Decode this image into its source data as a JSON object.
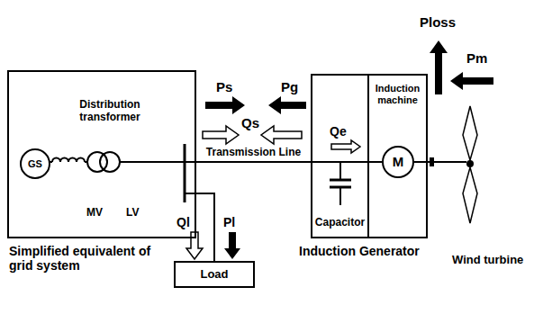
{
  "diagram": {
    "nodes": [
      {
        "text": [
          "Simplified equivalent of grid system"
        ]
      },
      {
        "text": [
          "GS"
        ],
        "in": 0
      },
      {
        "text": [
          "Induction Generator"
        ]
      },
      {
        "text": [
          "Capacitor"
        ],
        "in": 2
      },
      {
        "text": [
          "Induction machine"
        ],
        "in": 2
      },
      {
        "text": [
          "M"
        ],
        "in": 4
      },
      {
        "text": [
          "Load"
        ]
      }
    ],
    "edges": [
      {
        "from": 0,
        "to": 2,
        "arrow": "none",
        "label": "Transmission Line"
      },
      {
        "from": 0,
        "to": 6,
        "arrow": "none"
      }
    ],
    "labels": [
      "Ps",
      "Pg",
      "Qs",
      "Ploss",
      "Pm",
      "Distribution transformer",
      "MV",
      "LV",
      "Qe",
      "Ql",
      "Pl",
      "Wind turbine"
    ]
  }
}
